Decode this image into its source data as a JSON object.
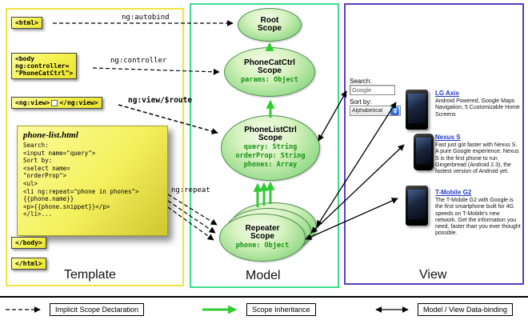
{
  "colors": {
    "template_border": "#f0e43c",
    "model_border": "#3ddc8e",
    "view_border": "#5b3cc4",
    "tag_yellow": "#f6f353",
    "scope_prop_green": "#149414",
    "inheritance_green": "#2fcc2f",
    "link_blue": "#2238c8"
  },
  "template_panel": {
    "label": "Template",
    "tag_html_open": "<html>",
    "tag_body_open": "<body\nng:controller=\n\"PhoneCatCtrl\">",
    "tag_ngview_open": "<ng:view>",
    "tag_ngview_close": "</ng:view>",
    "tag_body_close": "</body>",
    "tag_html_close": "</html>",
    "note_title": "phone-list.html",
    "note_code": "Search:\n<input name=\"query\">\nSort by:\n<select name=\n\"orderProp\">\n<ul>\n<li ng:repeat=\"phone in phones\">\n{{phone.name}}\n<p>{{phone.snippet}}</p>\n</li>..."
  },
  "model_panel": {
    "label": "Model",
    "root_scope": {
      "name": "Root Scope"
    },
    "phonecat_scope": {
      "name": "PhoneCatCtrl Scope",
      "prop0": "params: Object"
    },
    "phonelist_scope": {
      "name": "PhoneListCtrl Scope",
      "prop0": "query: String",
      "prop1": "orderProp: String",
      "prop2": "phones: Array"
    },
    "repeater_scope": {
      "name": "Repeater Scope",
      "prop0": "phone: Object"
    }
  },
  "arrows": {
    "autobind_label": "ng:autobind",
    "controller_label": "ng:controller",
    "view_route_label": "ng:view/$route",
    "repeat_label": "ng:repeat"
  },
  "view_panel": {
    "label": "View",
    "search_label": "Search:",
    "search_value": "Google",
    "sort_label": "Sort by:",
    "sort_value": "Alphabetical",
    "phones": [
      {
        "name": "LG Axis",
        "desc": "Android Powered, Google Maps Navigation, 5 Customizable Home Screens"
      },
      {
        "name": "Nexus S",
        "desc": "Fast just got faster with Nexus S. A pure Google experience, Nexus S is the first phone to run Gingerbread (Android 2.3), the fastest version of Android yet."
      },
      {
        "name": "T-Mobile G2",
        "desc": "The T-Mobile G2 with Google is the first smartphone built for 4G speeds on T-Mobile's new network. Get the information you need, faster than you ever thought possible."
      }
    ]
  },
  "legend": {
    "items": [
      "Implicit Scope Declaration",
      "Scope Inheritance",
      "Model / View Data-binding"
    ]
  }
}
